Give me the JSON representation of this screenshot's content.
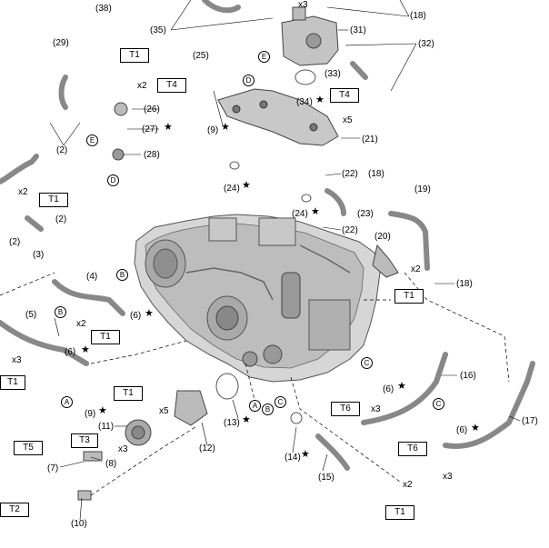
{
  "part_labels": [
    "(38)",
    "(35)",
    "(18)",
    "(31)",
    "(32)",
    "(33)",
    "(34)",
    "(21)",
    "(29)",
    "(25)",
    "(26)",
    "(27)",
    "(28)",
    "(9)",
    "(2)",
    "(3)",
    "(22)",
    "(23)",
    "(24)",
    "(19)",
    "(20)",
    "(4)",
    "(5)",
    "(6)",
    "(16)",
    "(17)",
    "(15)",
    "(14)",
    "(13)",
    "(12)",
    "(11)",
    "(10)",
    "(8)",
    "(7)"
  ],
  "callouts": [
    "(38)",
    "(35)",
    "(18)",
    "(31)",
    "(32)",
    "(33)",
    "(34)",
    "(21)",
    "(29)",
    "(25)",
    "(26)",
    "(27)",
    "(28)",
    "(9)",
    "(2)",
    "(2)",
    "(2)",
    "(3)",
    "(22)",
    "(22)",
    "(23)",
    "(24)",
    "(24)",
    "(18)",
    "(19)",
    "(20)",
    "(18)",
    "(4)",
    "(5)",
    "(6)",
    "(6)",
    "(6)",
    "(6)",
    "(16)",
    "(17)",
    "(15)",
    "(14)",
    "(13)",
    "(12)",
    "(11)",
    "(10)",
    "(9)",
    "(8)",
    "(7)"
  ],
  "torque_labels": [
    "T1",
    "T4",
    "T4",
    "T1",
    "T1",
    "T1",
    "T1",
    "T1",
    "T6",
    "T6",
    "T5",
    "T3",
    "T2",
    "T1"
  ],
  "quantities": [
    "x3",
    "x2",
    "x5",
    "x2",
    "x2",
    "x2",
    "x3",
    "x5",
    "x3",
    "x3",
    "x3",
    "x2"
  ],
  "mating_marks": [
    "E",
    "D",
    "E",
    "D",
    "B",
    "B",
    "C",
    "C",
    "A",
    "B",
    "C",
    "A"
  ],
  "star": "★"
}
